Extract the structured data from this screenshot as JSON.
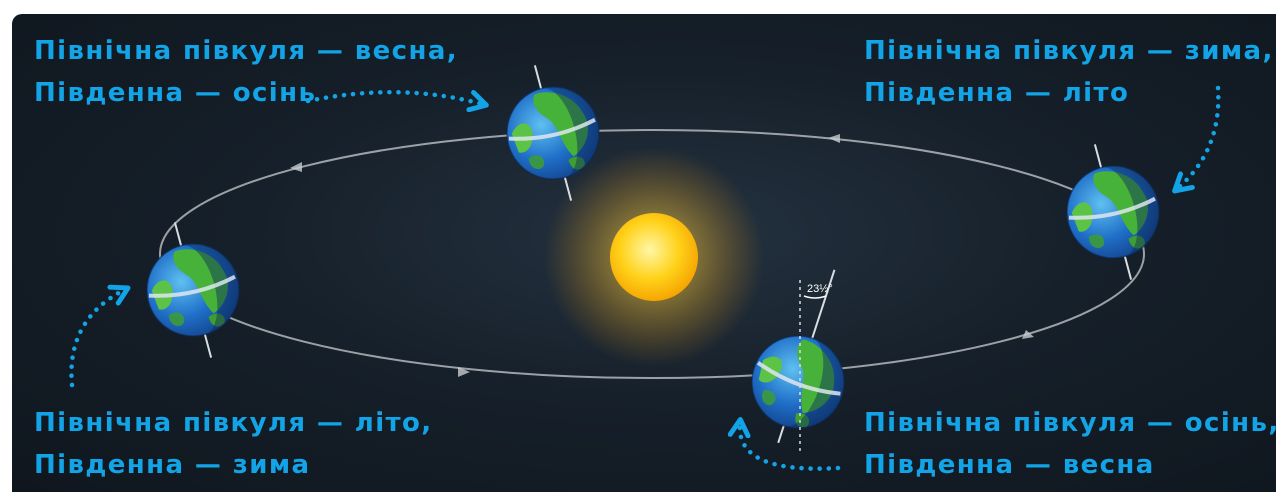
{
  "colors": {
    "label": "#12a4e6",
    "background": "#141c25",
    "orbit": "#c8ccd0",
    "sun": "#ffd21a",
    "ocean": "#1f6fc8",
    "land": "#47b23a"
  },
  "seasons": {
    "spring": {
      "line1": "Північна півкуля — весна,",
      "line2": "Південна — осінь"
    },
    "winter": {
      "line1": "Північна півкуля — зима,",
      "line2": "Південна — літо"
    },
    "summer": {
      "line1": "Північна півкуля — літо,",
      "line2": "Південна — зима"
    },
    "autumn": {
      "line1": "Північна півкуля — осінь,",
      "line2": "Південна — весна"
    }
  },
  "tilt_label": "23½°"
}
